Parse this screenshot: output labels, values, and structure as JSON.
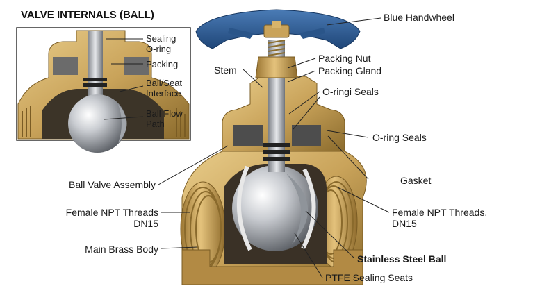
{
  "inset": {
    "title": "VALVE INTERNALS (BALL)",
    "labels": {
      "sealing_oring": "Sealing\nO-ring",
      "packing": "Packing",
      "ball_seat": "Ball/Seat\nInterface",
      "ball_flow": "Ball Flow\nPath"
    }
  },
  "labels": {
    "handwheel": "Blue Handwheel",
    "packing_nut": "Packing Nut",
    "packing_gland": "Packing Gland",
    "stem": "Stem",
    "oringi_seals": "O-ringi Seals",
    "oring_seals": "O-ring Seals",
    "gasket": "Gasket",
    "ball_valve_assembly": "Ball Valve Assembly",
    "female_npt_left": "Female NPT Threads\nDN15",
    "female_npt_right": "Female NPT Threads,\nDN15",
    "main_body": "Main Brass Body",
    "stainless_ball": "Stainless Steel Ball",
    "ptfe_seats": "PTFE Sealing Seats"
  },
  "colors": {
    "brass": "#c9a35a",
    "brass_dark": "#8a6a2c",
    "handwheel": "#2f5f97",
    "steel": "#b8bcc2",
    "oring": "#222222"
  }
}
